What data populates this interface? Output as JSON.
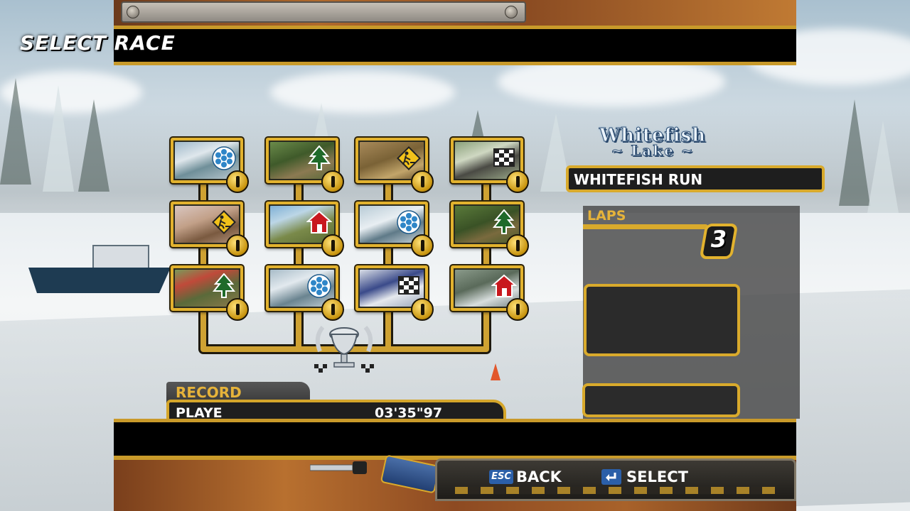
{
  "screen": {
    "title": "SELECT RACE"
  },
  "colors": {
    "accent_gold": "#d9aa2c",
    "label_gold": "#e6b33a",
    "panel_dark": "#1e1e1e",
    "key_blue": "#2b5fa8"
  },
  "tracks": [
    {
      "category_icon": "snowflake-icon",
      "medal_icon": "gold-medal-icon"
    },
    {
      "category_icon": "pine-tree-icon",
      "medal_icon": "gold-medal-icon"
    },
    {
      "category_icon": "construction-sign-icon",
      "medal_icon": "gold-medal-icon"
    },
    {
      "category_icon": "checkered-flag-icon",
      "medal_icon": "gold-medal-icon"
    },
    {
      "category_icon": "construction-sign-icon",
      "medal_icon": "gold-medal-icon"
    },
    {
      "category_icon": "house-icon",
      "medal_icon": "gold-medal-icon"
    },
    {
      "category_icon": "snowflake-icon",
      "medal_icon": "gold-medal-icon"
    },
    {
      "category_icon": "pine-tree-icon",
      "medal_icon": "gold-medal-icon"
    },
    {
      "category_icon": "pine-tree-icon",
      "medal_icon": "gold-medal-icon"
    },
    {
      "category_icon": "snowflake-icon",
      "medal_icon": "gold-medal-icon"
    },
    {
      "category_icon": "checkered-flag-icon",
      "medal_icon": "gold-medal-icon"
    },
    {
      "category_icon": "house-icon",
      "medal_icon": "gold-medal-icon"
    }
  ],
  "record": {
    "label": "RECORD",
    "player": "PLAYE",
    "time": "03'35\"97"
  },
  "location": {
    "name_line1": "Whitefish",
    "name_line2": "~ Lake ~"
  },
  "selected_track": {
    "name": "WHITEFISH RUN",
    "laps_label": "LAPS",
    "laps": "3"
  },
  "controls": {
    "back_key": "ESC",
    "back_label": "BACK",
    "select_label": "SELECT"
  }
}
